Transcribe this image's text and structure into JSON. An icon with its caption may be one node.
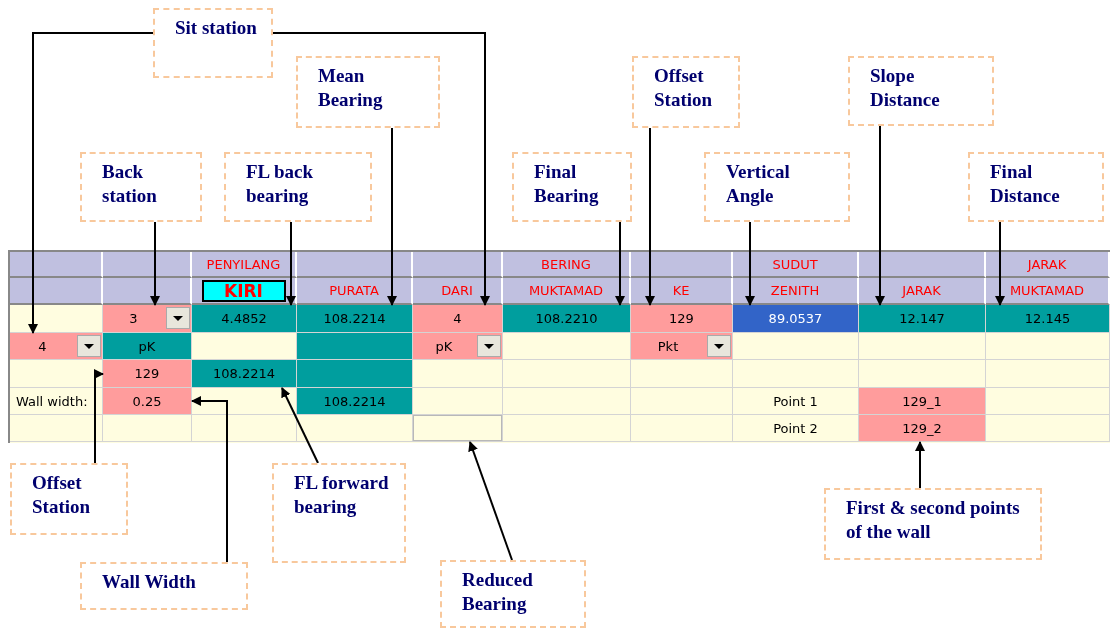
{
  "diagram": {
    "nodes": [
      {
        "text": [
          "Sit station"
        ]
      },
      {
        "text": [
          "Mean Bearing"
        ]
      },
      {
        "text": [
          "Offset Station"
        ]
      },
      {
        "text": [
          "Slope Distance"
        ]
      },
      {
        "text": [
          "Back station"
        ]
      },
      {
        "text": [
          "FL back bearing"
        ]
      },
      {
        "text": [
          "Final Bearing"
        ]
      },
      {
        "text": [
          "Vertical Angle"
        ]
      },
      {
        "text": [
          "Final Distance"
        ]
      },
      {
        "text": [
          "3"
        ]
      },
      {
        "text": [
          "4.4852"
        ]
      },
      {
        "text": [
          "108.2214"
        ]
      },
      {
        "text": [
          "4"
        ]
      },
      {
        "text": [
          "108.2210"
        ]
      },
      {
        "text": [
          "129"
        ]
      },
      {
        "text": [
          "89.0537"
        ]
      },
      {
        "text": [
          "12.147"
        ]
      },
      {
        "text": [
          "12.145"
        ]
      },
      {
        "text": [
          "4"
        ]
      },
      {
        "text": [
          "129"
        ]
      },
      {
        "text": [
          "108.2214"
        ]
      },
      {
        "text": [
          "0.25"
        ]
      },
      {
        "text": [],
        "shape": "box"
      },
      {
        "text": [
          "129_2"
        ]
      },
      {
        "text": [
          "Offset Station"
        ]
      },
      {
        "text": [
          "FL forward bearing"
        ]
      },
      {
        "text": [
          "First & second points of the wall"
        ]
      },
      {
        "text": [
          "Wall Width"
        ]
      },
      {
        "text": [
          "Reduced Bearing"
        ]
      },
      {
        "text": [
          "pK"
        ]
      },
      {
        "text": [
          "Pkt"
        ]
      }
    ],
    "edges": [
      {
        "from": 0,
        "to": 18,
        "arrow": "to"
      },
      {
        "from": 0,
        "to": 12,
        "arrow": "to"
      },
      {
        "from": 1,
        "to": 11,
        "arrow": "to"
      },
      {
        "from": 2,
        "to": 14,
        "arrow": "to"
      },
      {
        "from": 3,
        "to": 16,
        "arrow": "to"
      },
      {
        "from": 4,
        "to": 9,
        "arrow": "to"
      },
      {
        "from": 5,
        "to": 10,
        "arrow": "to"
      },
      {
        "from": 6,
        "to": 13,
        "arrow": "to"
      },
      {
        "from": 7,
        "to": 15,
        "arrow": "to"
      },
      {
        "from": 8,
        "to": 17,
        "arrow": "to"
      },
      {
        "from": 24,
        "to": 19,
        "arrow": "to"
      },
      {
        "from": 25,
        "to": 20,
        "arrow": "to"
      },
      {
        "from": 26,
        "to": 23,
        "arrow": "to"
      },
      {
        "from": 27,
        "to": 21,
        "arrow": "to"
      },
      {
        "from": 28,
        "to": 22,
        "arrow": "to"
      }
    ],
    "labels": [
      "PENYILANG",
      "BERING",
      "SUDUT",
      "JARAK",
      "KIRI",
      "PURATA",
      "DARI",
      "MUKTAMAD",
      "KE",
      "ZENITH",
      "JARAK",
      "MUKTAMAD",
      "pK",
      "Wall width:",
      "108.2214",
      "Point 1",
      "Point 2",
      "129_1"
    ]
  }
}
